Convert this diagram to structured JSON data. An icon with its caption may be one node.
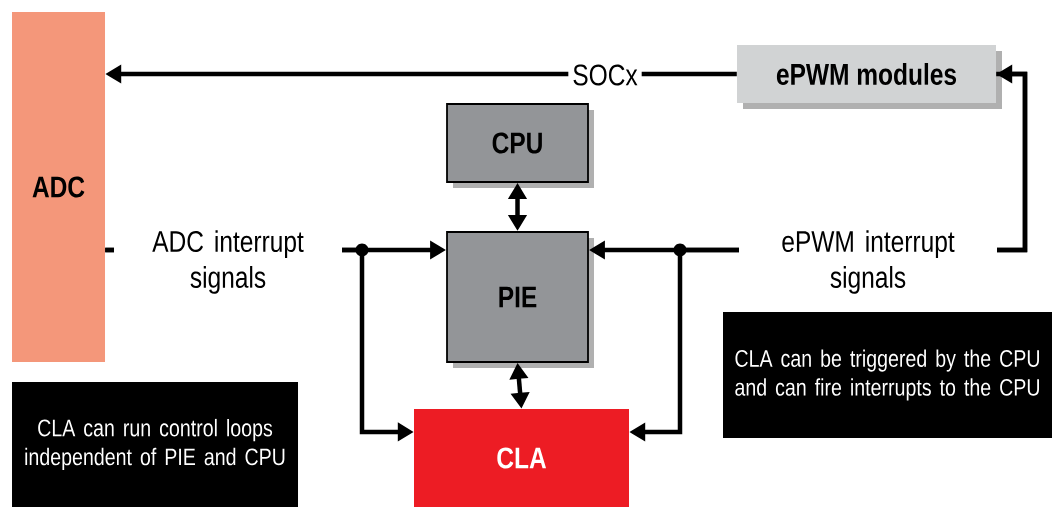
{
  "diagram": {
    "nodes": [
      {
        "text": [
          "ADC"
        ]
      },
      {
        "text": [
          "ePWM modules"
        ]
      },
      {
        "text": [
          "CPU"
        ]
      },
      {
        "text": [
          "PIE"
        ]
      },
      {
        "text": [
          "CLA"
        ]
      },
      {
        "text": [
          "CLA can run control loops independent of PIE and CPU"
        ]
      },
      {
        "text": [
          "CLA can be triggered by the CPU and can fire interrupts to the CPU"
        ]
      }
    ],
    "edges": [
      {
        "from": 1,
        "to": 0,
        "arrow": "to",
        "label": "SOCx"
      },
      {
        "from": 0,
        "to": 3,
        "arrow": "to",
        "label": "ADC interrupt signals"
      },
      {
        "from": 0,
        "to": 4,
        "arrow": "to"
      },
      {
        "from": 1,
        "to": 3,
        "arrow": "both",
        "label": "ePWM interrupt signals"
      },
      {
        "from": 1,
        "to": 4,
        "arrow": "to"
      },
      {
        "from": 2,
        "to": 3,
        "arrow": "both"
      },
      {
        "from": 3,
        "to": 4,
        "arrow": "both"
      }
    ]
  }
}
